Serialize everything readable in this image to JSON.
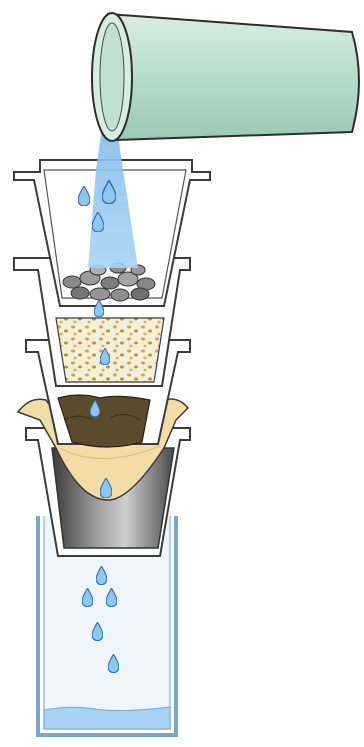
{
  "diagram": {
    "components": [
      {
        "id": "pouring-cup",
        "label": ""
      },
      {
        "id": "gravel-layer",
        "label": ""
      },
      {
        "id": "sand-layer",
        "label": ""
      },
      {
        "id": "soil-layer",
        "label": ""
      },
      {
        "id": "filter-paper-cone",
        "label": ""
      },
      {
        "id": "collecting-jar",
        "label": ""
      }
    ],
    "colors": {
      "water": "#8fc6ee",
      "water_stream": "#5fa8e6",
      "cup_glass": "#b7dccd",
      "funnel_outline": "#3b3b3b",
      "funnel_fill": "#ffffff",
      "gravel": "#8a8a8a",
      "sand_fill": "#f2efdc",
      "sand_grain": "#c9a24a",
      "soil": "#5a4a2e",
      "filter_paper": "#f3dca6",
      "grey_cone": "#6e6e6e",
      "jar_outline": "#7aa7c9"
    }
  }
}
